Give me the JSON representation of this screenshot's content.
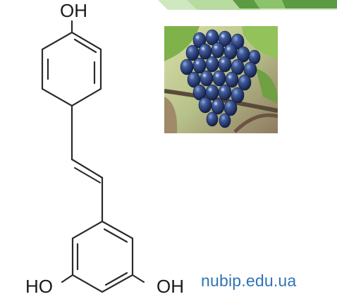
{
  "molecule": {
    "top_group": "OH",
    "bottom_left_group": "HO",
    "bottom_right_group": "OH"
  },
  "image": {
    "subject": "grape-cluster-icon",
    "colors": {
      "grape": "#2c3f78",
      "leaf": "#7fb24a",
      "background": "#c9cfa0"
    }
  },
  "source_text": "nubip.edu.ua",
  "colors": {
    "source": "#2e74b5",
    "bond": "#2b2b2b",
    "banner_light": "#b9dca0",
    "banner_dark": "#4f8a3a"
  }
}
